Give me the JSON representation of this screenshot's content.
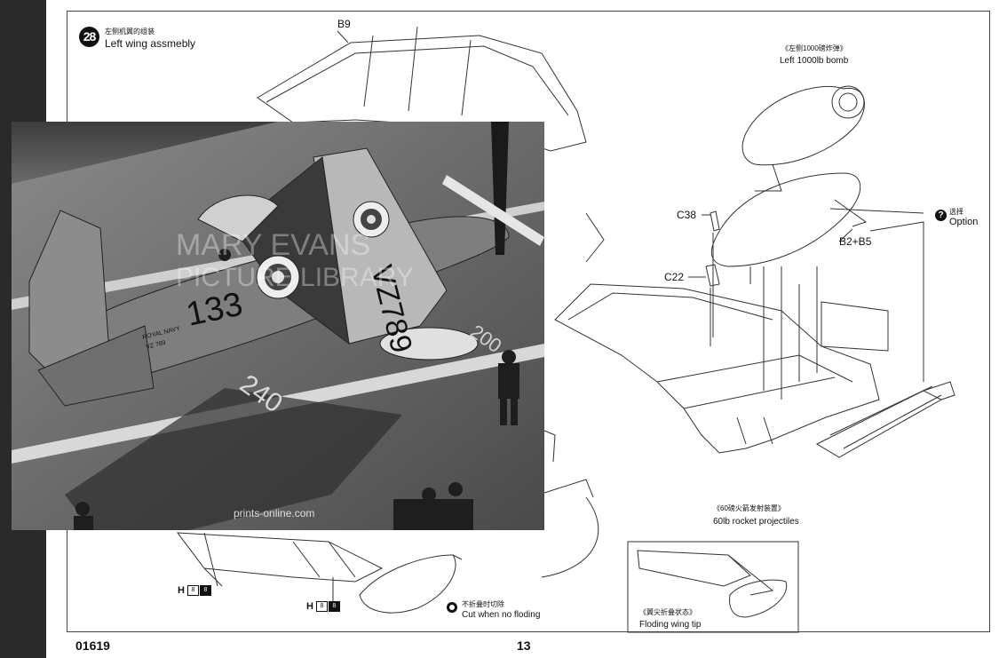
{
  "step": {
    "number": "28",
    "title_cn": "左侧机翼的组装",
    "title_en": "Left wing assmebly"
  },
  "parts": {
    "b9": "B9",
    "c38": "C38",
    "c22": "C22",
    "b2b5": "B2+B5"
  },
  "bomb": {
    "cn": "《左侧1000磅炸弹》",
    "en": "Left 1000lb bomb"
  },
  "option": {
    "icon": "?",
    "cn": "选择",
    "en": "Option"
  },
  "rockets": {
    "cn": "《60磅火箭发射装置》",
    "en": "60lb rocket projectiles"
  },
  "cut": {
    "cn": "不折叠时切除",
    "en": "Cut when no floding"
  },
  "wingtip": {
    "cn": "《翼尖折叠状态》",
    "en": "Floding wing tip"
  },
  "paint_ref": {
    "letter": "H",
    "cells": [
      "8",
      "8"
    ]
  },
  "photo": {
    "watermark_1": "MARY EVANS",
    "watermark_2": "PICTURE LIBRARY",
    "credit": "prints-online.com",
    "deck_number": "240",
    "aircraft_number": "133",
    "serial": "VZ789",
    "side_text_1": "ROYAL NAVY",
    "side_text_2": "VZ 789",
    "deck_number_2": "200"
  },
  "footer": {
    "code": "01619",
    "page": "13"
  },
  "colors": {
    "line": "#333333",
    "photo_bg": "#6a6a6a",
    "sidebar": "#2a2a2a"
  }
}
